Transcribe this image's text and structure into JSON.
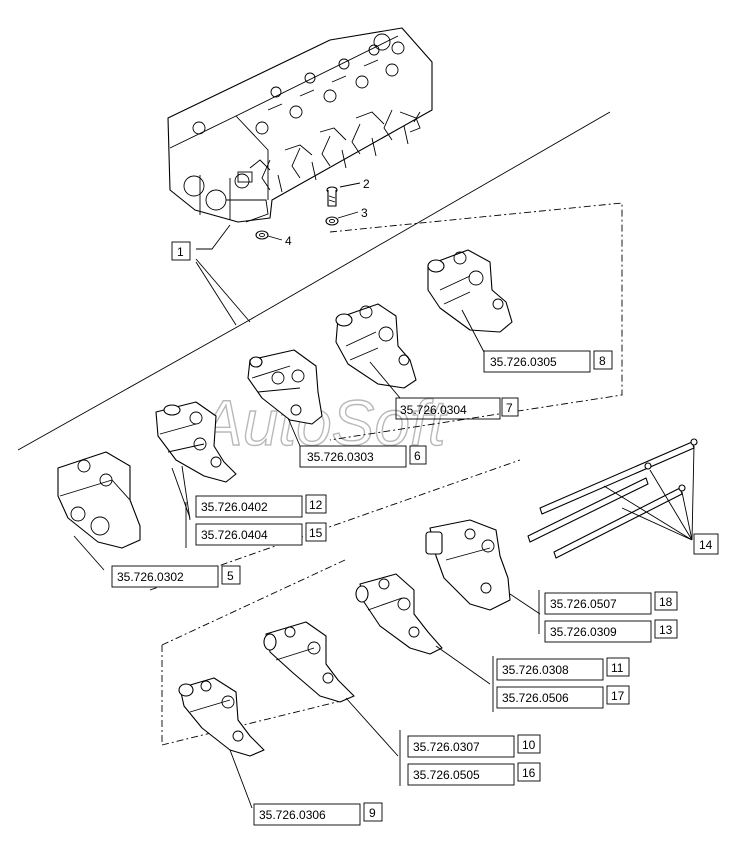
{
  "watermark": "AutoSoft",
  "callouts": {
    "c1": "1",
    "c2": "2",
    "c3": "3",
    "c4": "4",
    "c14": "14"
  },
  "parts": {
    "p8": {
      "code": "35.726.0305",
      "num": "8"
    },
    "p7": {
      "code": "35.726.0304",
      "num": "7"
    },
    "p6": {
      "code": "35.726.0303",
      "num": "6"
    },
    "p12": {
      "code": "35.726.0402",
      "num": "12"
    },
    "p15": {
      "code": "35.726.0404",
      "num": "15"
    },
    "p5": {
      "code": "35.726.0302",
      "num": "5"
    },
    "p18": {
      "code": "35.726.0507",
      "num": "18"
    },
    "p13": {
      "code": "35.726.0309",
      "num": "13"
    },
    "p11": {
      "code": "35.726.0308",
      "num": "11"
    },
    "p17": {
      "code": "35.726.0506",
      "num": "17"
    },
    "p10": {
      "code": "35.726.0307",
      "num": "10"
    },
    "p16": {
      "code": "35.726.0505",
      "num": "16"
    },
    "p9": {
      "code": "35.726.0306",
      "num": "9"
    }
  }
}
